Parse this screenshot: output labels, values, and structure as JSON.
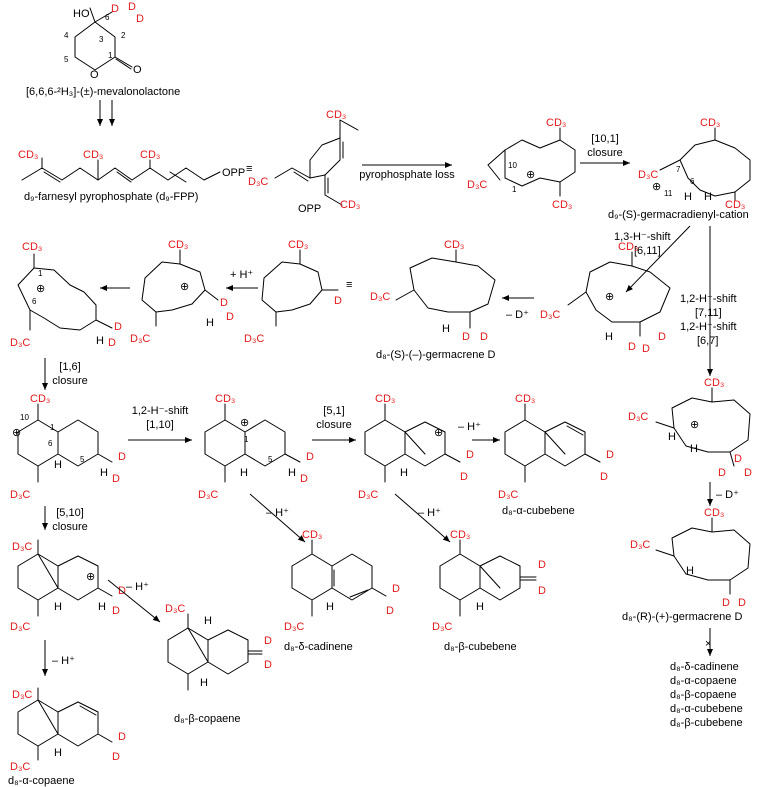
{
  "colors": {
    "deuterium": "#e31a1c",
    "ink": "#000000"
  },
  "substrate": {
    "name": "[6,6,6-²H₃]-(±)-mevalonolactone",
    "atoms": {
      "ho": "HO",
      "c6": "6",
      "c4": "4",
      "c3": "3",
      "c2": "2",
      "c5": "5",
      "c1": "1",
      "ring_o": "O",
      "carbonyl_o": "O"
    }
  },
  "fpp": {
    "name": "d₉-farnesyl pyrophosphate (d₉-FPP)",
    "opp": "OPP",
    "equivalent": "≡"
  },
  "steps": {
    "pyrophosphate_loss": "pyrophosphate loss",
    "closure_10_1": [
      "[10,1]",
      "closure"
    ],
    "shift_13": [
      "1,3-H⁻-shift",
      "[6,11]"
    ],
    "shift_12": [
      "1,2-H⁻-shift",
      "[7,11]",
      "1,2-H⁻-shift",
      "[6,7]"
    ],
    "minus_d": "– D⁺",
    "plus_h": "+ H⁺",
    "closure_1_6": [
      "[1,6]",
      "closure"
    ],
    "shift_1_10": [
      "1,2-H⁻-shift",
      "[1,10]"
    ],
    "closure_5_1": [
      "[5,1]",
      "closure"
    ],
    "closure_5_10": [
      "[5,10]",
      "closure"
    ],
    "minus_h": "– H⁺",
    "blocked": "×"
  },
  "compounds": {
    "germacradienyl_cation": "d₉-(S)-germacradienyl-cation",
    "germacrene_d_s": "d₈-(S)-(–)-germacrene D",
    "germacrene_d_r": "d₈-(R)-(+)-germacrene D",
    "cubebene_alpha": "d₈-α-cubebene",
    "cubebene_beta": "d₈-β-cubebene",
    "cadinene_delta": "d₈-δ-cadinene",
    "copaene_beta": "d₈-β-copaene",
    "copaene_alpha": "d₈-α-copaene"
  },
  "not_formed": [
    "d₈-δ-cadinene",
    "d₈-α-copaene",
    "d₈-β-copaene",
    "d₈-α-cubebene",
    "d₈-β-cubebene"
  ],
  "atom_labels": {
    "cd3": "CD₃",
    "d3c": "D₃C",
    "d": "D",
    "h": "H",
    "plus": "⊕",
    "n1": "1",
    "n5": "5",
    "n6": "6",
    "n7": "7",
    "n10": "10",
    "n11": "11"
  }
}
